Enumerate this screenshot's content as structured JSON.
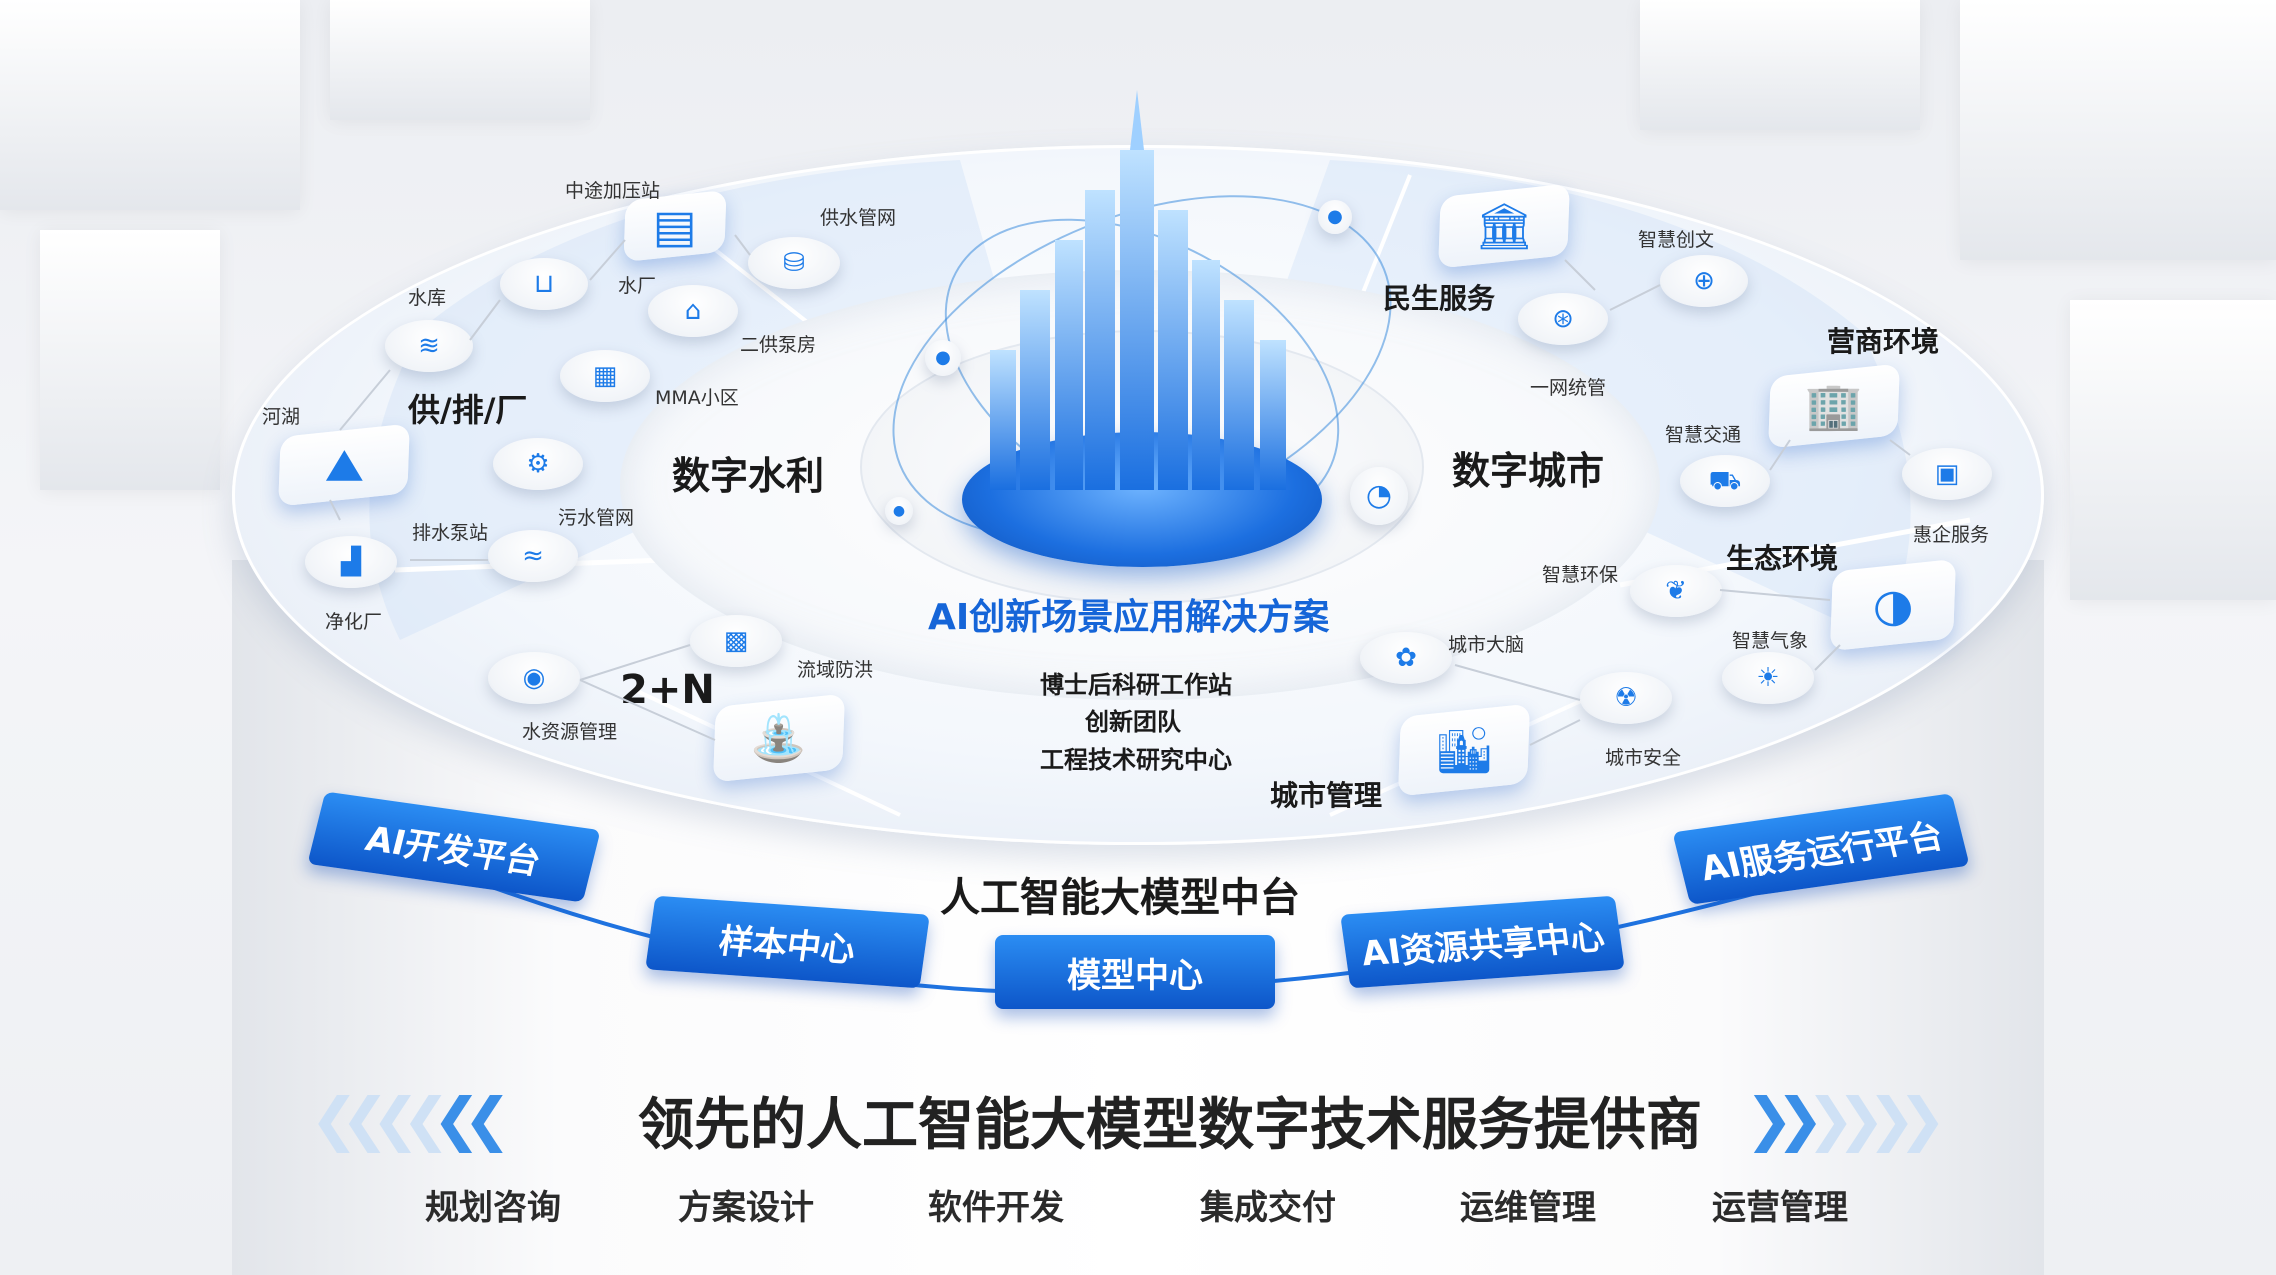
{
  "center": {
    "title": "AI创新场景应用解决方案",
    "lines": [
      "博士后科研工作站",
      "创新团队",
      "工程技术研究中心"
    ]
  },
  "water": {
    "sector_title": "数字水利",
    "group_supply": "供/排/厂",
    "group_2n": "2+N",
    "nodes": {
      "zhongtu": "中途加压站",
      "supply_net": "供水管网",
      "reservoir": "水库",
      "water_plant": "水厂",
      "secondary_pump": "二供泵房",
      "mma": "MMA小区",
      "river": "河湖",
      "sewer": "污水管网",
      "drain_pump": "排水泵站",
      "purify": "净化厂",
      "basin_flood": "流域防洪",
      "water_resource": "水资源管理"
    }
  },
  "city": {
    "sector_title": "数字城市",
    "group_livelihood": "民生服务",
    "group_business": "营商环境",
    "group_ecology": "生态环境",
    "group_city_mgmt": "城市管理",
    "nodes": {
      "culture": "智慧创文",
      "one_net": "一网统管",
      "traffic": "智慧交通",
      "enterprise": "惠企服务",
      "env_protect": "智慧环保",
      "weather": "智慧气象",
      "city_brain": "城市大脑",
      "city_safety": "城市安全"
    }
  },
  "platform": {
    "title": "人工智能大模型中台",
    "items": [
      "AI开发平台",
      "样本中心",
      "模型中心",
      "AI资源共享中心",
      "AI服务运行平台"
    ]
  },
  "slogan": "领先的人工智能大模型数字技术服务提供商",
  "services": [
    "规划咨询",
    "方案设计",
    "软件开发",
    "集成交付",
    "运维管理",
    "运营管理"
  ],
  "colors": {
    "accent": "#1d7be8",
    "platform": "#0d56c9",
    "chevron": "#3a8fe8"
  },
  "icons": {
    "water_nodes": "water-utility-icon",
    "city_nodes": "city-service-icon",
    "center": "city-skyline-icon"
  }
}
